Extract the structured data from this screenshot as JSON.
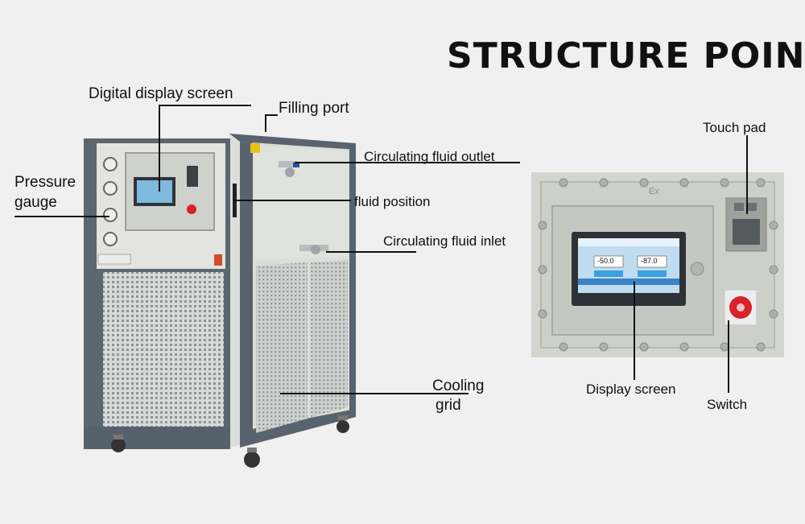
{
  "title": "STRUCTURE POINT",
  "left_labels": {
    "digital_display": "Digital display screen",
    "filling_port": "Filling port",
    "pressure_gauge_l1": "Pressure",
    "pressure_gauge_l2": "gauge",
    "outlet": "Circulating fluid outlet",
    "fluid_position": "fluid position",
    "inlet": "Circulating fluid inlet",
    "cooling_l1": "Cooling",
    "cooling_l2": "grid"
  },
  "right_labels": {
    "touch_pad": "Touch pad",
    "display_screen": "Display screen",
    "switch": "Switch"
  },
  "screen_readouts": {
    "left_value": "-50.0",
    "right_value": "-87.0",
    "panel_mark": "Ex"
  },
  "colors": {
    "frame": "#5c6670",
    "panel": "#d9dcd6",
    "grid": "#c9ccc8",
    "screen": "#3aa0e0",
    "switch": "#d8232a"
  }
}
